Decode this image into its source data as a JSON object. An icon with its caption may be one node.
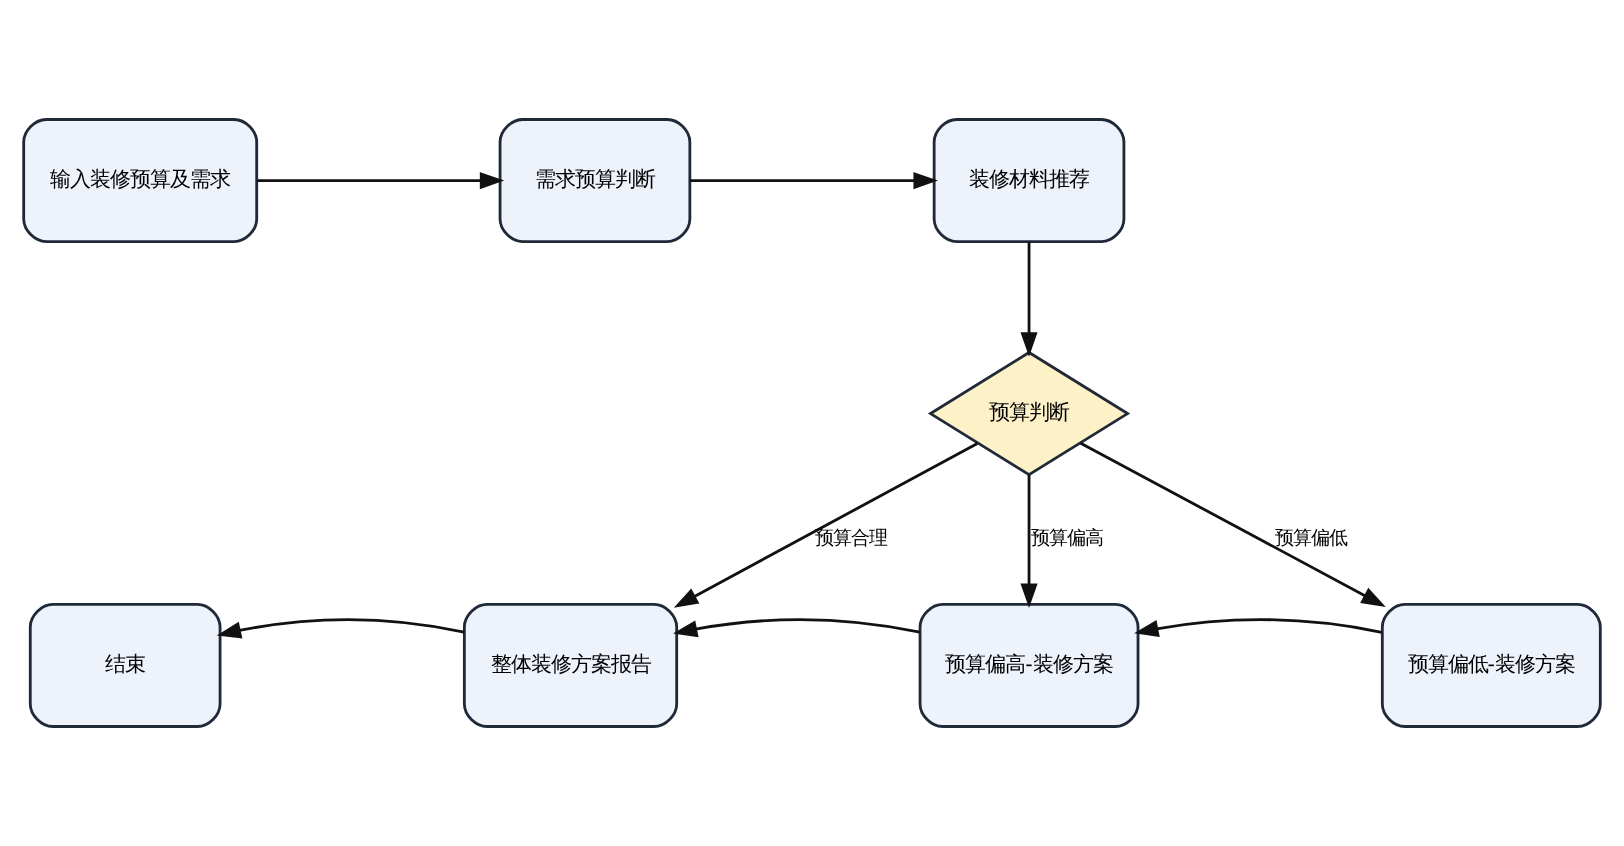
{
  "diagram": {
    "nodes": [
      {
        "text": [
          "输入装修预算及需求"
        ]
      },
      {
        "text": [
          "需求预算判断"
        ]
      },
      {
        "text": [
          "装修材料推荐"
        ]
      },
      {
        "text": [
          "预算判断"
        ]
      },
      {
        "text": [
          "预算偏低-装修方案"
        ]
      },
      {
        "text": [
          "预算偏高-装修方案"
        ]
      },
      {
        "text": [
          "整体装修方案报告"
        ]
      },
      {
        "text": [
          "结束"
        ]
      }
    ],
    "edges": [
      {
        "from": 0,
        "to": 1,
        "arrow": "to"
      },
      {
        "from": 1,
        "to": 2,
        "arrow": "to"
      },
      {
        "from": 2,
        "to": 3,
        "arrow": "to"
      },
      {
        "from": 3,
        "to": 6,
        "arrow": "to",
        "label": "预算合理"
      },
      {
        "from": 3,
        "to": 5,
        "arrow": "to",
        "label": "预算偏高"
      },
      {
        "from": 3,
        "to": 4,
        "arrow": "to",
        "label": "预算偏低"
      },
      {
        "from": 4,
        "to": 5,
        "arrow": "to"
      },
      {
        "from": 5,
        "to": 6,
        "arrow": "to"
      },
      {
        "from": 6,
        "to": 7,
        "arrow": "to"
      }
    ]
  }
}
